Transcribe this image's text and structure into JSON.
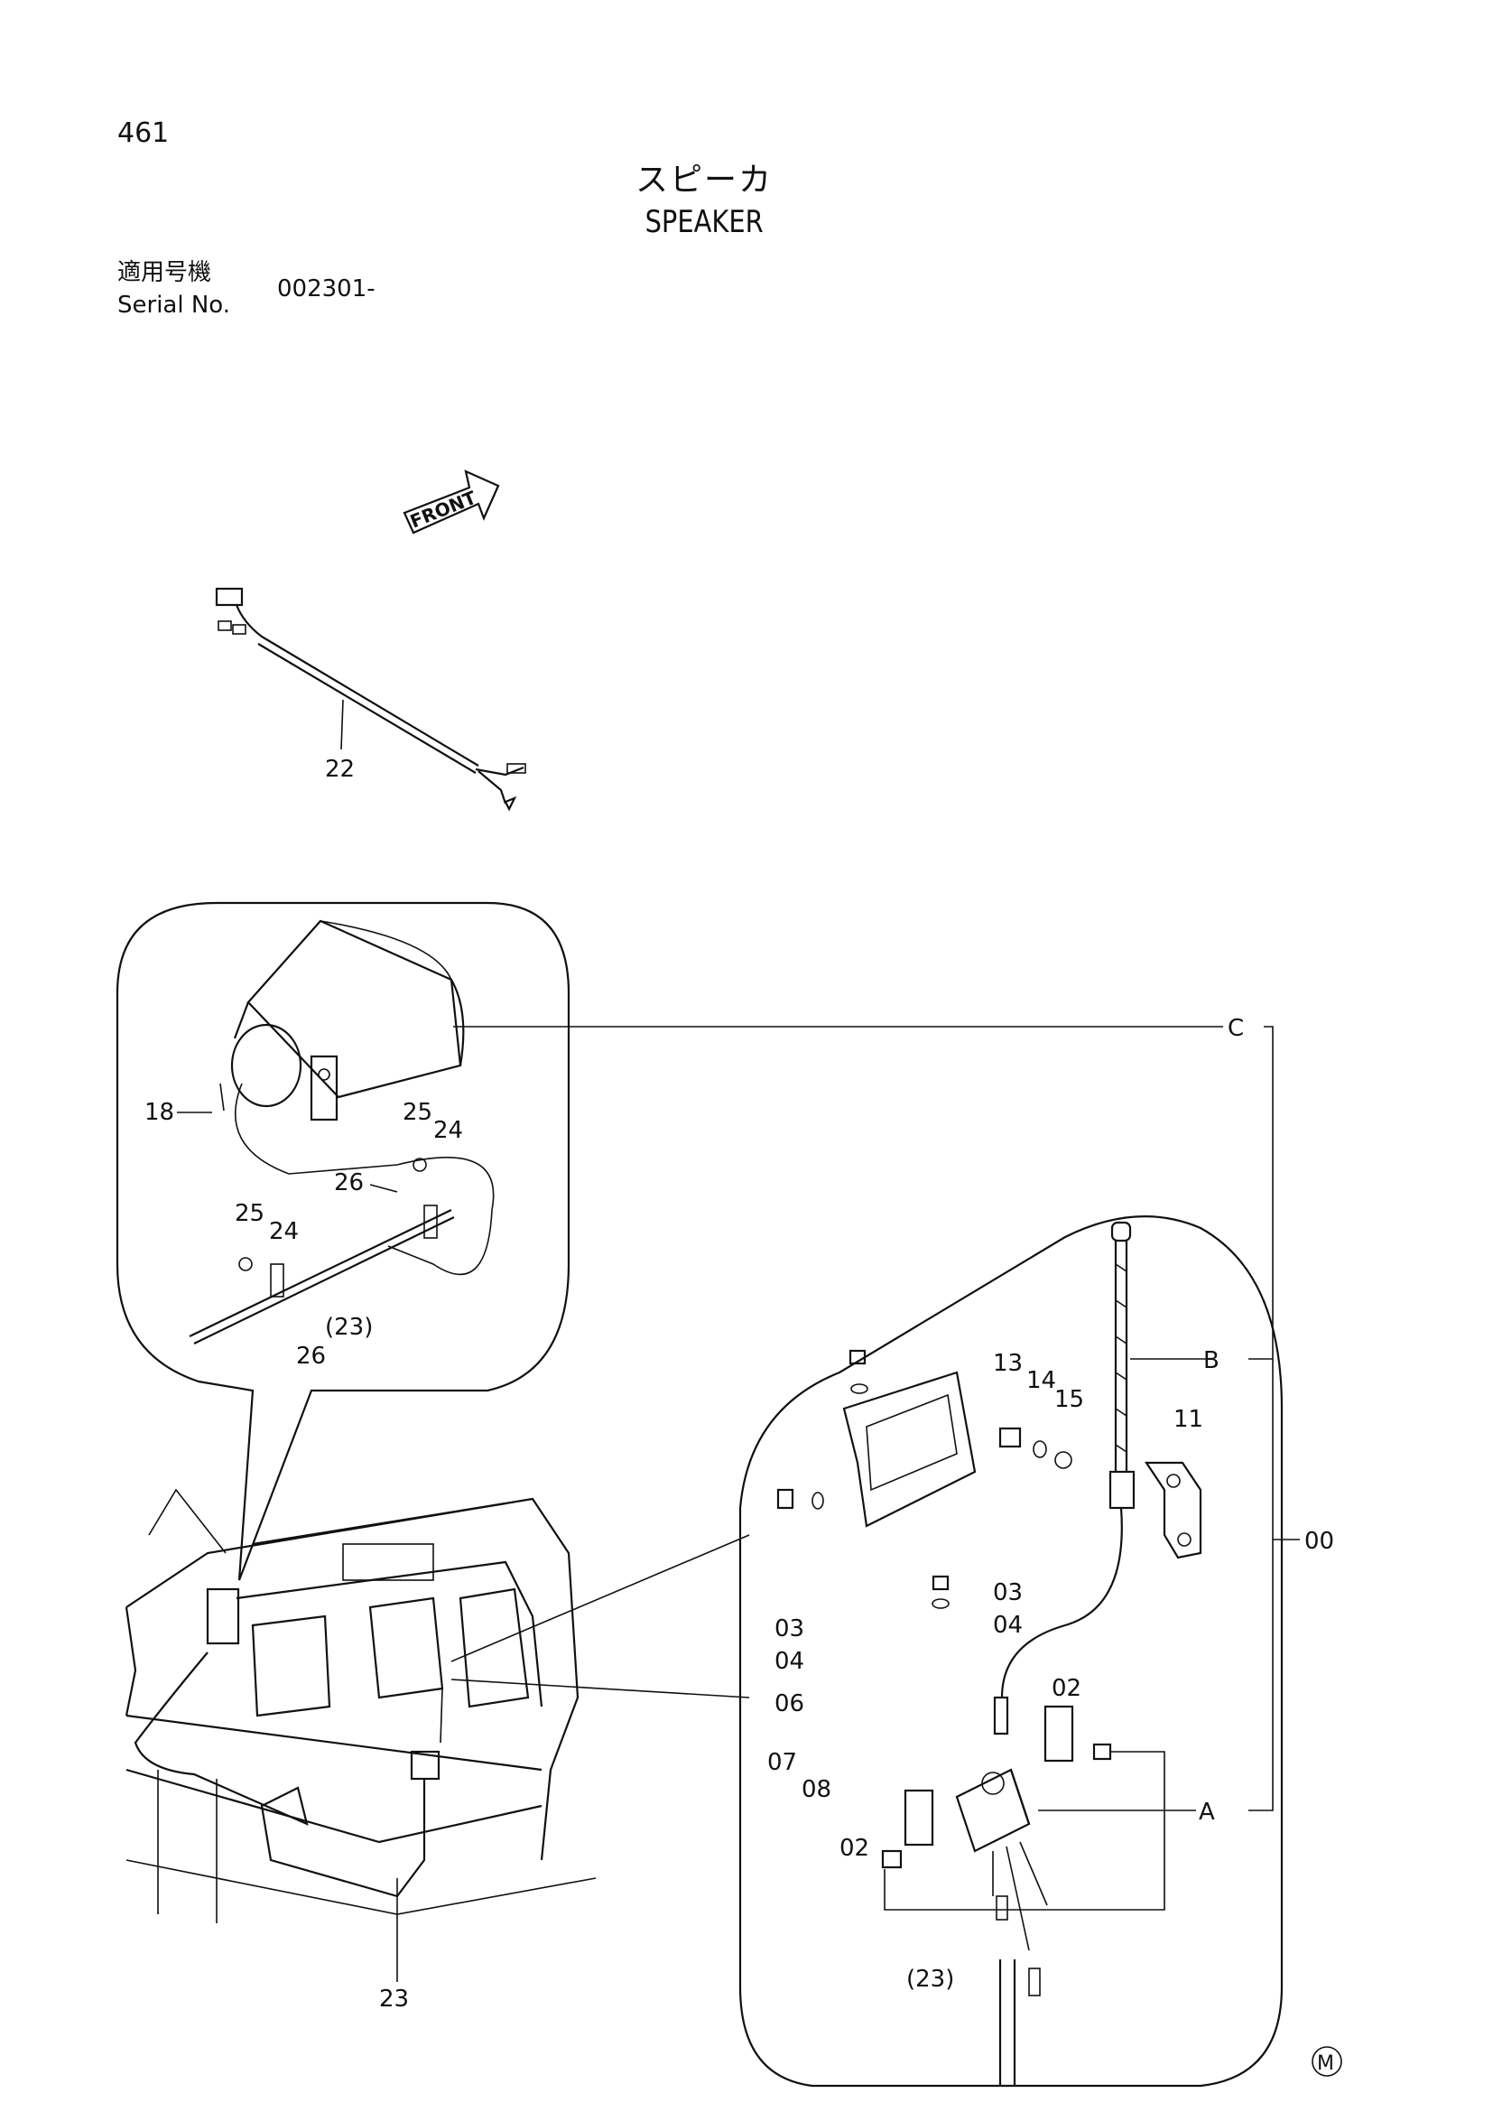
{
  "page": {
    "number": "461",
    "title_jp": "スピーカ",
    "title_en": "SPEAKER",
    "serial_label_jp": "適用号機",
    "serial_label_en": "Serial No.",
    "serial_value": "002301-"
  },
  "front_marker": "FRONT",
  "callouts": {
    "c22": "22",
    "c18": "18",
    "c25a": "25",
    "c24a": "24",
    "c26a": "26",
    "c25b": "25",
    "c24b": "24",
    "c26b": "26",
    "c23p": "(23)",
    "c23": "23",
    "c13": "13",
    "c14": "14",
    "c15": "15",
    "c11": "11",
    "c03a": "03",
    "c04a": "04",
    "c03b": "03",
    "c04b": "04",
    "c06": "06",
    "c07": "07",
    "c08": "08",
    "c02a": "02",
    "c02b": "02",
    "c23q": "(23)",
    "cC": "C",
    "cB": "B",
    "cA": "A",
    "c00": "00"
  },
  "mark": "M"
}
